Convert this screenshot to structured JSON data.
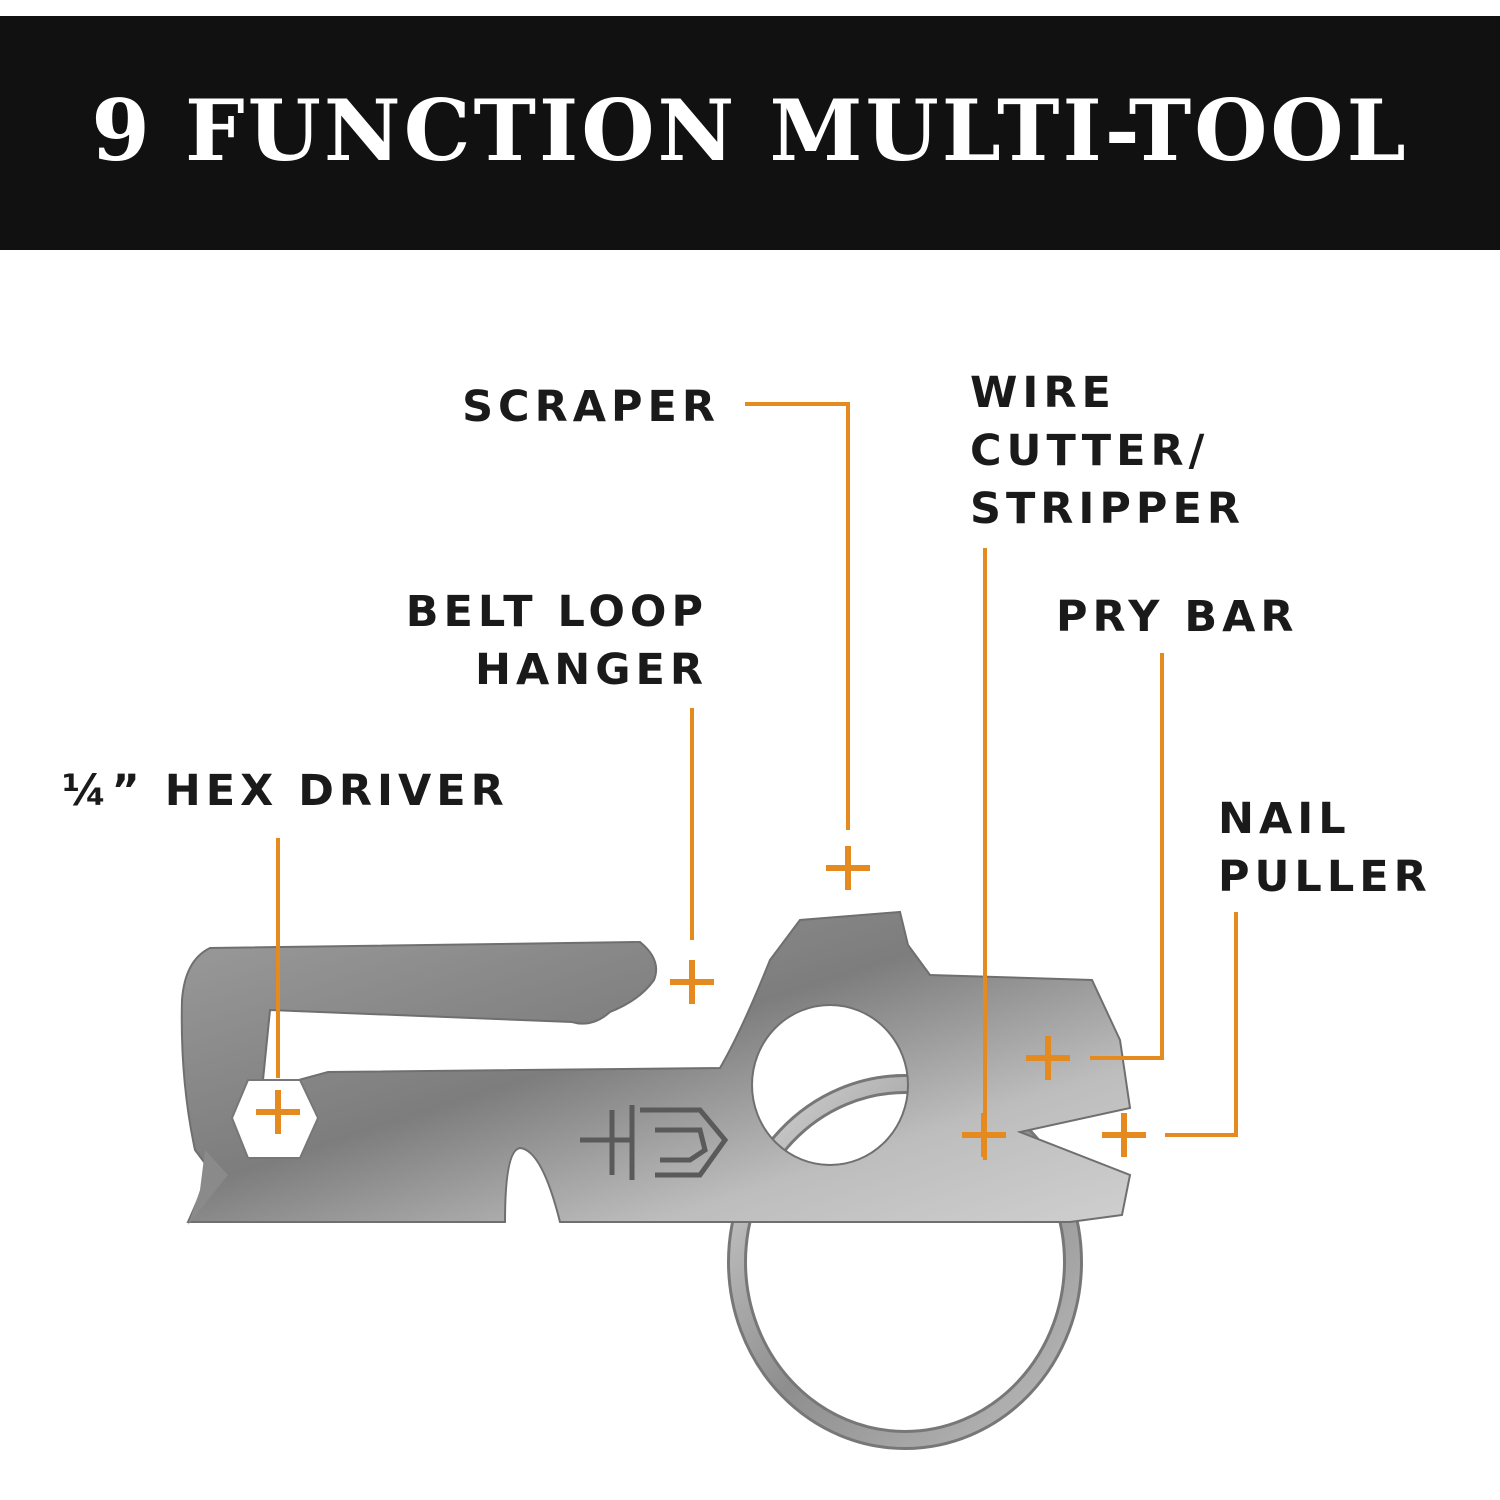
{
  "title": "9 FUNCTION MULTI-TOOL",
  "accent_color": "#E58A1F",
  "callouts": {
    "scraper": "SCRAPER",
    "wire_cutter_line1": "WIRE",
    "wire_cutter_line2": "CUTTER/",
    "wire_cutter_line3": "STRIPPER",
    "belt_loop_line1": "BELT LOOP",
    "belt_loop_line2": "HANGER",
    "pry_bar": "PRY BAR",
    "hex_driver": "¼” HEX DRIVER",
    "nail_puller_line1": "NAIL",
    "nail_puller_line2": "PULLER"
  }
}
